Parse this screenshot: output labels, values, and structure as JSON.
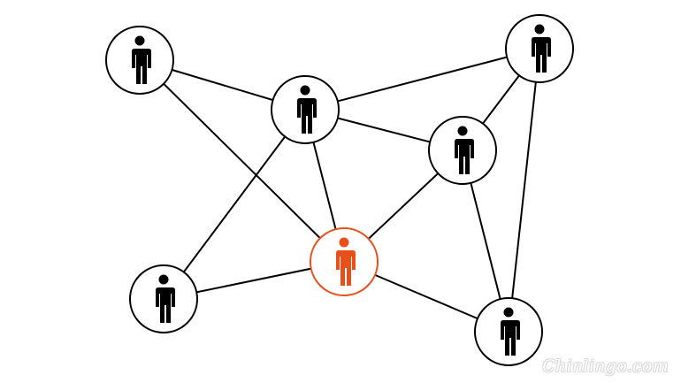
{
  "colors": {
    "background": "#ffffff",
    "edge": "#000000",
    "node_border": "#000000",
    "node_fill": "#ffffff",
    "person": "#000000",
    "highlight": "#e8501a"
  },
  "nodes": [
    {
      "id": "top-left",
      "icon": "person-icon",
      "highlighted": false
    },
    {
      "id": "upper-center",
      "icon": "person-icon",
      "highlighted": false
    },
    {
      "id": "top-right",
      "icon": "person-icon",
      "highlighted": false
    },
    {
      "id": "middle-right",
      "icon": "person-icon",
      "highlighted": false
    },
    {
      "id": "center",
      "icon": "person-icon",
      "highlighted": true
    },
    {
      "id": "bottom-left",
      "icon": "person-icon",
      "highlighted": false
    },
    {
      "id": "bottom-right",
      "icon": "person-icon",
      "highlighted": false
    }
  ],
  "edges": [
    [
      "top-left",
      "upper-center"
    ],
    [
      "top-left",
      "center"
    ],
    [
      "upper-center",
      "top-right"
    ],
    [
      "upper-center",
      "middle-right"
    ],
    [
      "upper-center",
      "center"
    ],
    [
      "upper-center",
      "bottom-left"
    ],
    [
      "top-right",
      "middle-right"
    ],
    [
      "top-right",
      "bottom-right"
    ],
    [
      "middle-right",
      "center"
    ],
    [
      "middle-right",
      "bottom-right"
    ],
    [
      "center",
      "bottom-left"
    ],
    [
      "center",
      "bottom-right"
    ]
  ],
  "watermark": {
    "text": "Chinlingo.com"
  }
}
